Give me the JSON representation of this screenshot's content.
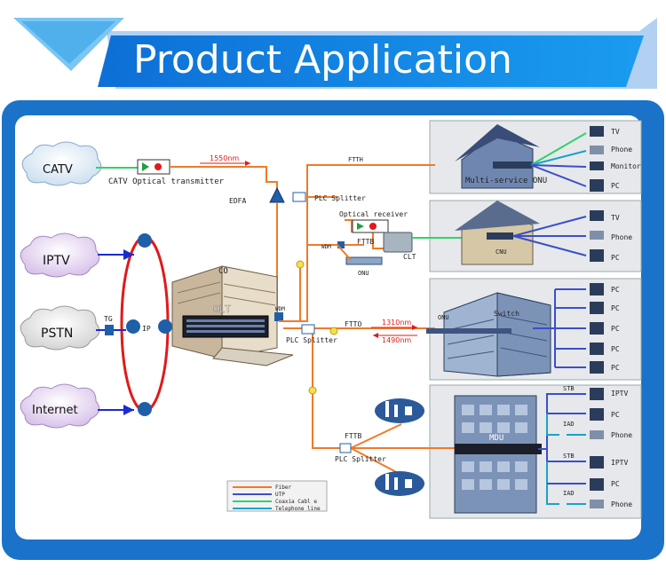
{
  "header": {
    "title": "Product Application"
  },
  "clouds": [
    "CATV",
    "IPTV",
    "PSTN",
    "Internet"
  ],
  "labels": {
    "catv_tx": "CATV Optical transmitter",
    "wl_1550": "1550nm",
    "edfa": "EDFA",
    "tg": "TG",
    "ip": "IP",
    "co": "CO",
    "olt": "OLT",
    "wdm": "WDM",
    "fth": "FTTH",
    "plc1": "PLC Splitter",
    "optical_receiver": "Optical receiver",
    "fttb_top": "FTTB",
    "wdm2": "WDM",
    "clt": "CLT",
    "onu_small": "ONU",
    "ftto": "FTTO",
    "wl_1310": "1310nm",
    "wl_1490": "1490nm",
    "plc2": "PLC Splitter",
    "fttb_bottom": "FTTB",
    "plc3": "PLC Splitter",
    "multi_onu": "Multi-service ONU",
    "cnu": "CNU",
    "onu_office": "ONU",
    "switch": "Switch",
    "mdu": "MDU"
  },
  "house1_devices": [
    "TV",
    "Phone",
    "Monitor",
    "PC"
  ],
  "house2_devices": [
    "TV",
    "Phone",
    "PC"
  ],
  "office_devices": [
    "PC",
    "PC",
    "PC",
    "PC",
    "PC"
  ],
  "mdu_devices": [
    "IPTV",
    "PC",
    "Phone",
    "IPTV",
    "PC",
    "Phone"
  ],
  "mdu_boxes": [
    "STB",
    "IAD",
    "STB",
    "IAD"
  ],
  "legend": [
    "Fiber",
    "UTP",
    "Coaxia Cabl e",
    "Telephone line"
  ],
  "colors": {
    "fiber": "#f07a2a",
    "utp": "#3a4fc8",
    "coax": "#2fd36a",
    "phone": "#1aa3c8",
    "ring": "#e01a1a",
    "frame": "#1a73c8"
  }
}
